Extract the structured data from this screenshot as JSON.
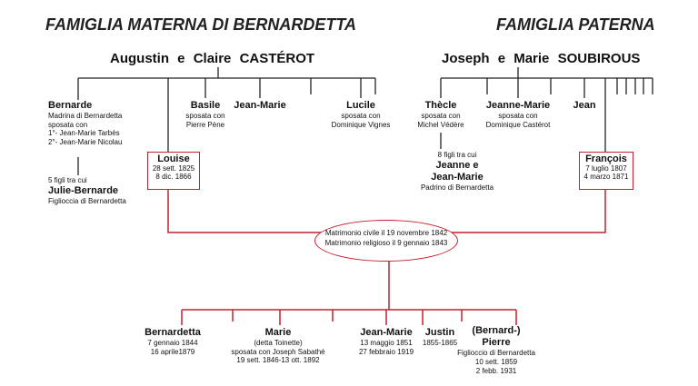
{
  "header": {
    "maternal_title": "FAMIGLIA MATERNA DI BERNARDETTA",
    "paternal_title": "FAMIGLIA PATERNA"
  },
  "maternal": {
    "parents": {
      "name1": "Augustin",
      "conj": "e",
      "name2": "Claire",
      "surname": "CASTÉROT"
    },
    "bernarde": {
      "name": "Bernarde",
      "line1": "Madrina di Bernardetta",
      "line2": "sposata con",
      "line3": "1°- Jean-Marie Tarbès",
      "line4": "2°- Jean-Marie Nicolau"
    },
    "julie": {
      "prefix": "5 figli tra cui",
      "name": "Julie-Bernarde",
      "note": "Figlioccia di Bernardetta"
    },
    "basile": {
      "name": "Basile",
      "line1": "sposata con",
      "line2": "Pierre Pène"
    },
    "jeanmarie": {
      "name": "Jean-Marie"
    },
    "lucile": {
      "name": "Lucile",
      "line1": "sposata con",
      "line2": "Dominique Vignes"
    },
    "louise": {
      "name": "Louise",
      "birth": "28 sett. 1825",
      "death": "8 dic. 1866"
    }
  },
  "paternal": {
    "parents": {
      "name1": "Joseph",
      "conj": "e",
      "name2": "Marie",
      "surname": "SOUBIROUS"
    },
    "thecle": {
      "name": "Thècle",
      "line1": "sposata con",
      "line2": "Michel Védère"
    },
    "jeannemarie": {
      "name": "Jeanne-Marie",
      "line1": "sposata con",
      "line2": "Dominique Castérot"
    },
    "jean": {
      "name": "Jean"
    },
    "thecle_children": {
      "prefix": "8 figli tra cui",
      "name1": "Jeanne e",
      "name2": "Jean-Marie",
      "note": "Padrino di Bernardetta"
    },
    "francois": {
      "name": "François",
      "birth": "7 luglio 1807",
      "death": "4 marzo 1871"
    }
  },
  "marriage": {
    "civil": "Matrimonio civile il 19 novembre 1842",
    "religious": "Matrimonio religioso il 9 gennaio 1843"
  },
  "children": {
    "bernardetta": {
      "name": "Bernardetta",
      "line1": "7 gennaio 1844",
      "line2": "16 aprile1879"
    },
    "marie": {
      "name": "Marie",
      "line1": "(detta Toinette)",
      "line2": "sposata con Joseph Sabathé",
      "line3": "19 sett. 1846-13 ott. 1892"
    },
    "jeanmarie": {
      "name": "Jean-Marie",
      "line1": "13 maggio 1851",
      "line2": "27 febbraio 1919"
    },
    "justin": {
      "name": "Justin",
      "line1": "1855-1865"
    },
    "pierre": {
      "name1": "(Bernard-)",
      "name2": "Pierre",
      "line1": "Figlioccio di Bernardetta",
      "line2": "10 sett. 1859",
      "line3": "2 febb. 1931"
    }
  },
  "colors": {
    "accent": "#c3202f",
    "ink": "#111111",
    "rule": "#222222"
  }
}
